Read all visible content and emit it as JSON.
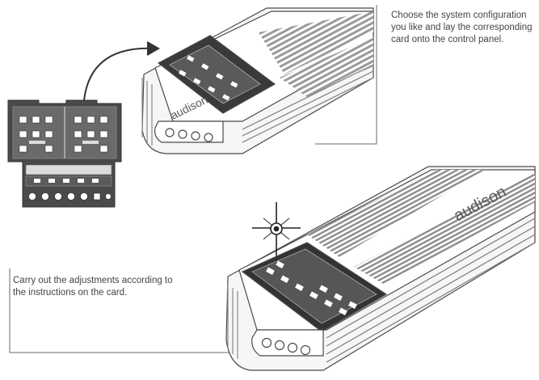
{
  "steps": [
    {
      "caption": "Choose the system configuration you like and lay the corresponding card onto the control panel."
    },
    {
      "caption": "Carry out the adjustments according to the instructions on the card."
    }
  ],
  "brand": {
    "logo_text": "audison"
  },
  "colors": {
    "line": "#4a4a4a",
    "panel": "#3a3a3a",
    "paper": "#ffffff",
    "text": "#444444"
  },
  "icons": [
    "curved-arrow-icon",
    "screwdriver-icon"
  ]
}
